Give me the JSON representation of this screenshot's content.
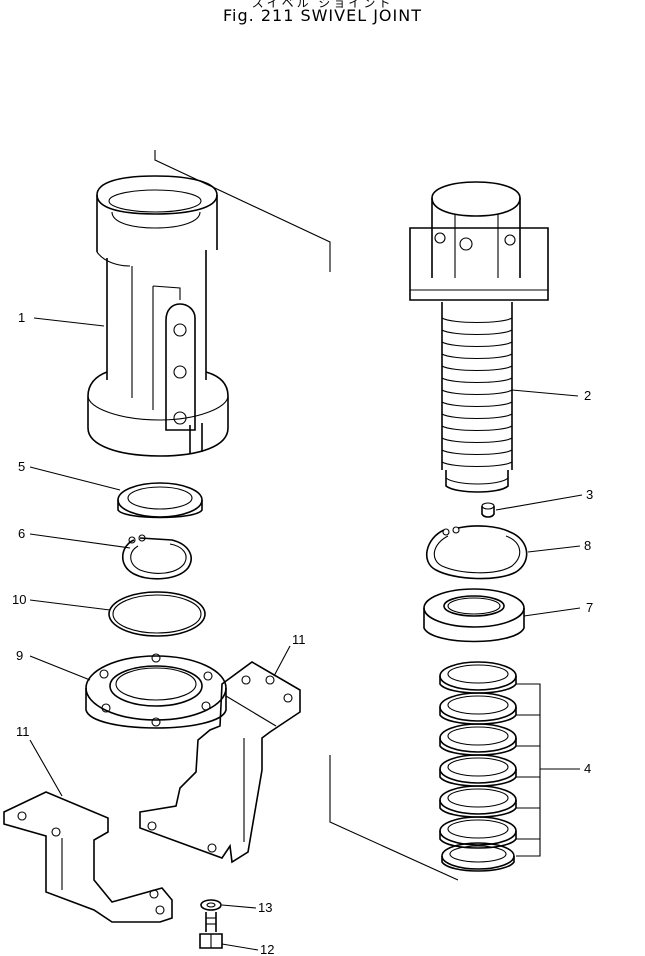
{
  "title_jp": "スイベル ジョイント",
  "title": "Fig. 211   SWIVEL  JOINT",
  "callouts": [
    "1",
    "2",
    "3",
    "4",
    "5",
    "6",
    "7",
    "8",
    "9",
    "10",
    "11",
    "11",
    "12",
    "13"
  ]
}
